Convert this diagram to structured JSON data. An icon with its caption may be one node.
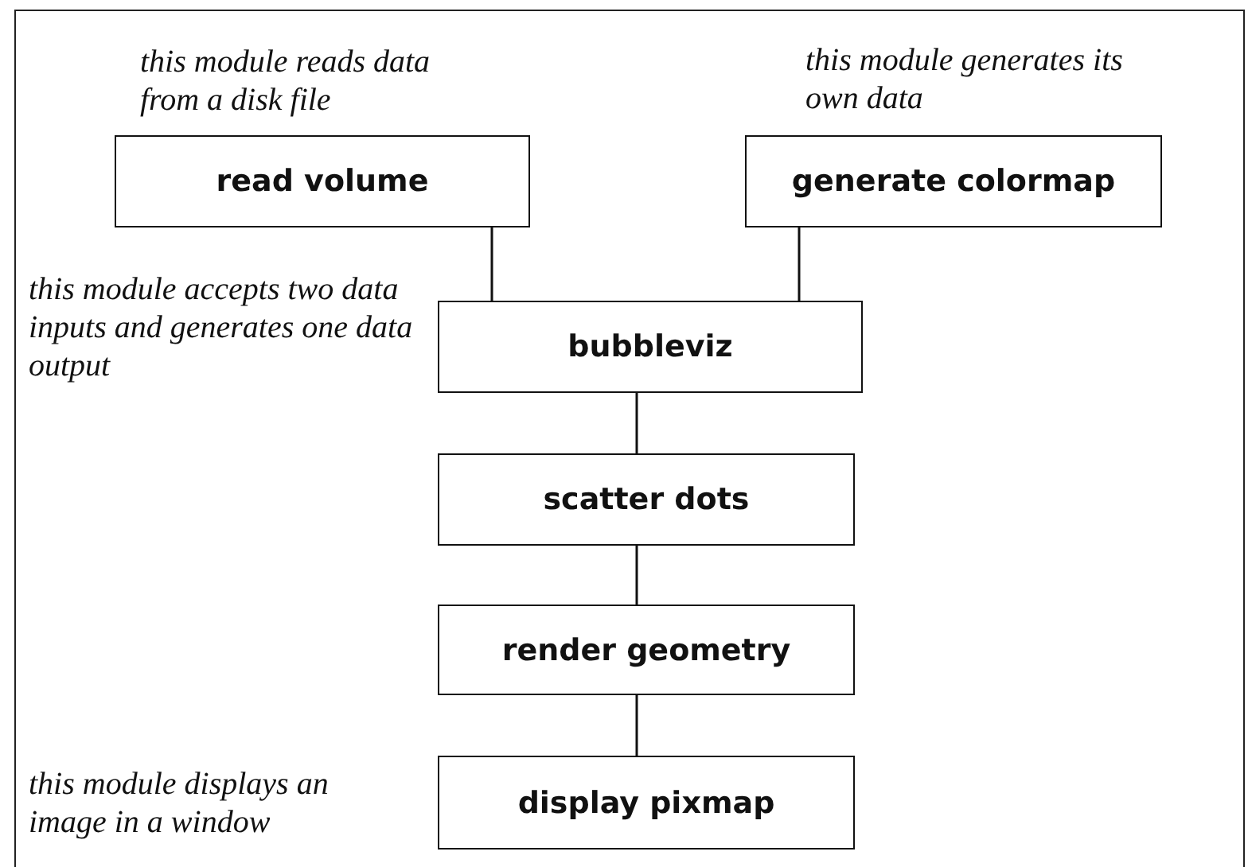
{
  "diagram": {
    "nodes": [
      {
        "text": [
          "read volume"
        ]
      },
      {
        "text": [
          "generate colormap"
        ]
      },
      {
        "text": [
          "bubbleviz"
        ]
      },
      {
        "text": [
          "scatter dots"
        ]
      },
      {
        "text": [
          "render geometry"
        ]
      },
      {
        "text": [
          "display pixmap"
        ]
      }
    ],
    "edges": [
      {
        "from": 0,
        "to": 2,
        "arrow": "none"
      },
      {
        "from": 1,
        "to": 2,
        "arrow": "none"
      },
      {
        "from": 2,
        "to": 3,
        "arrow": "none"
      },
      {
        "from": 3,
        "to": 4,
        "arrow": "none"
      },
      {
        "from": 4,
        "to": 5,
        "arrow": "none"
      }
    ],
    "labels": [
      "this module reads data from a disk file",
      "this module generates its own data",
      "this module accepts two data inputs and generates one data output",
      "this module displays an image in a window"
    ]
  }
}
